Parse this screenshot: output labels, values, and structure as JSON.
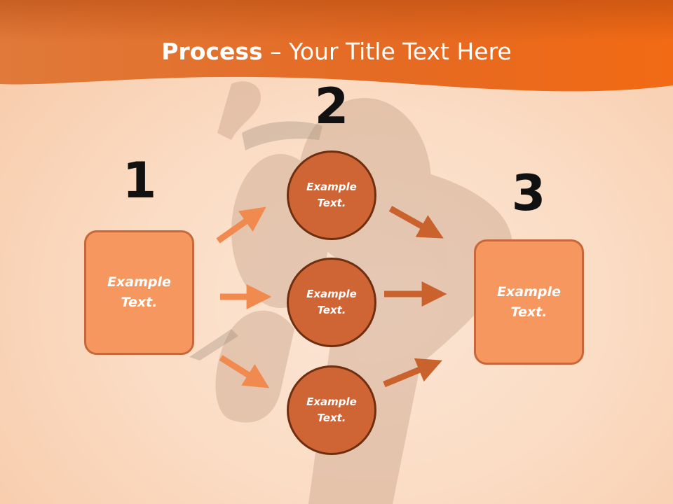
{
  "title": {
    "strong": "Process",
    "rest": " – Your Title Text Here"
  },
  "steps": [
    {
      "number": "1",
      "label": "Example Text."
    },
    {
      "number": "2"
    },
    {
      "number": "3",
      "label": "Example Text."
    }
  ],
  "circles": [
    {
      "label": "Example Text."
    },
    {
      "label": "Example Text."
    },
    {
      "label": "Example Text."
    }
  ],
  "colors": {
    "banner": "#e8641c",
    "box_fill": "#f5975e",
    "circle_fill": "#cf6535",
    "circle_border": "#6e2e10",
    "arrow_light": "#f08a4e",
    "arrow_dark": "#c9622d"
  }
}
